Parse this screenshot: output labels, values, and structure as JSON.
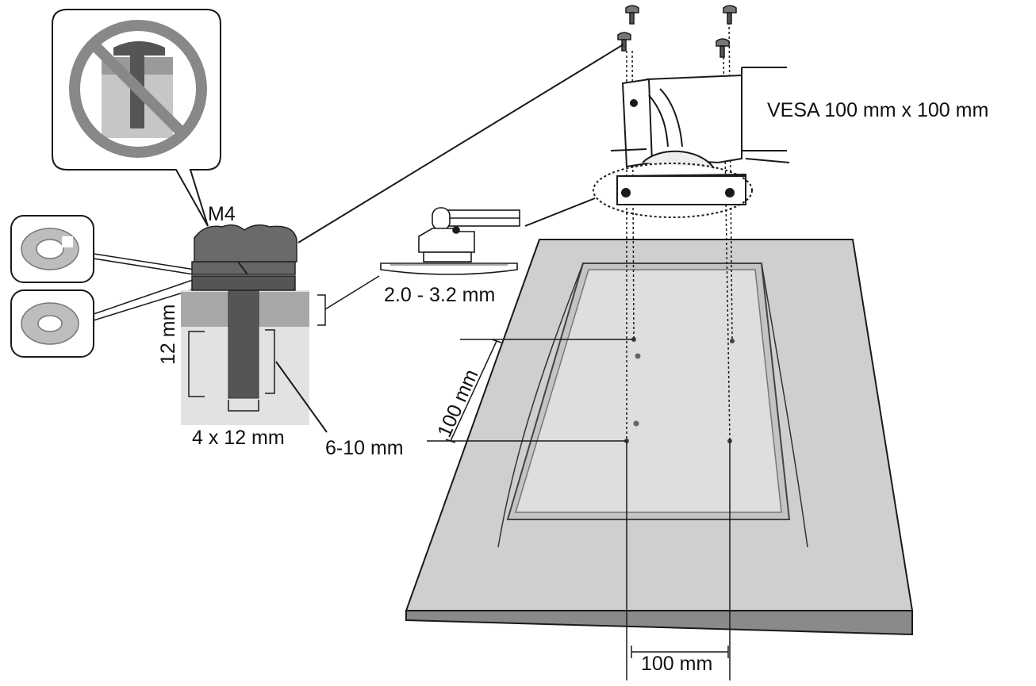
{
  "labels": {
    "vesa": "VESA 100 mm x 100 mm",
    "screw_type": "M4",
    "plate_thickness": "2.0 - 3.2 mm",
    "screw_length": "12 mm",
    "screw_size": "4 x 12 mm",
    "thread_depth": "6-10 mm",
    "hole_spacing_vertical": "100 mm",
    "hole_spacing_horizontal": "100 mm"
  },
  "icons": {
    "prohibited": "no-long-screw-icon",
    "spring_washer": "spring-washer-icon",
    "flat_washer": "flat-washer-icon",
    "screw": "m4-screw-icon"
  },
  "colors": {
    "line": "#1a1a1a",
    "panel_dark": "#8a8a8a",
    "panel_face": "#d2d2d2",
    "screen": "#dcdcdc",
    "screw": "#555555",
    "plate": "#a8a8a8",
    "cutaway": "#e2e2e2"
  }
}
